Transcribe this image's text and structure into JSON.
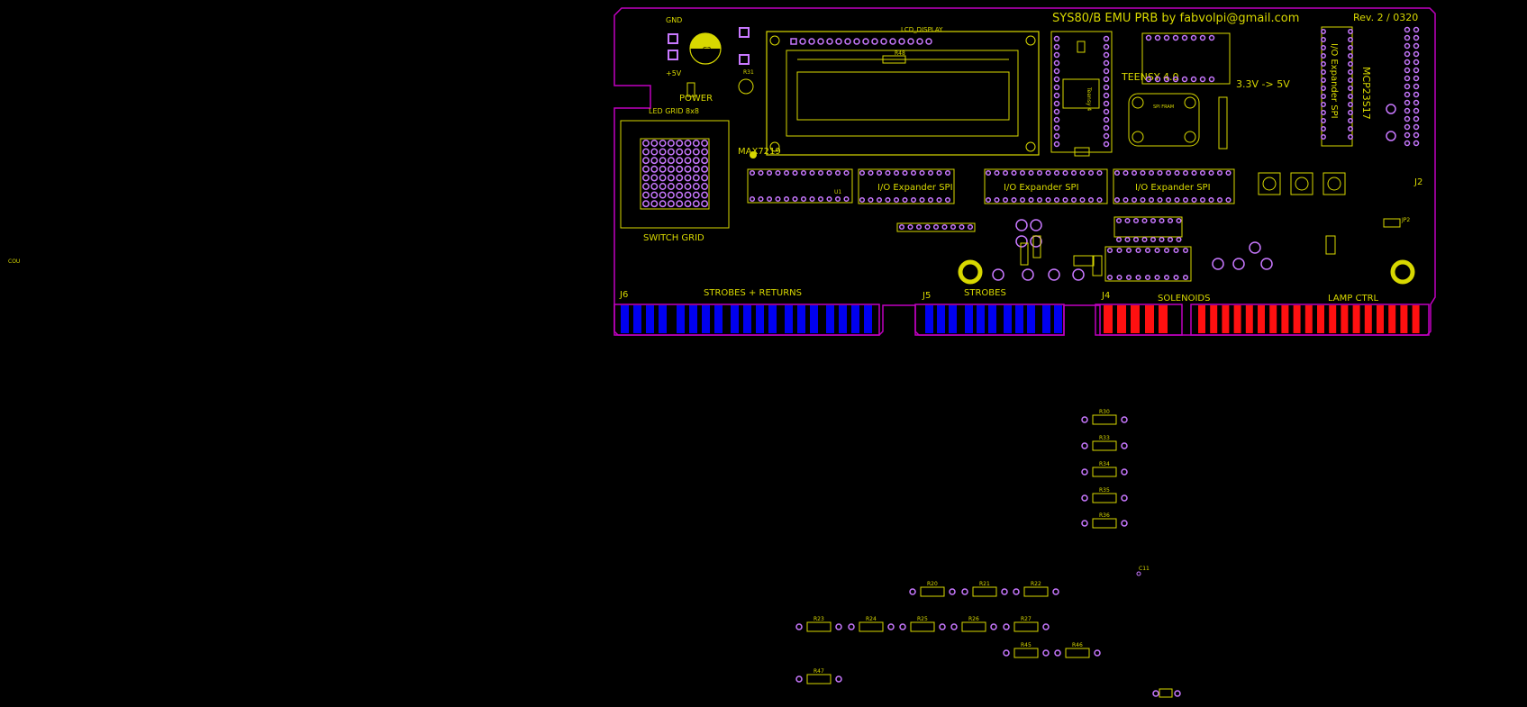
{
  "board": {
    "title": "SYS80/B EMU PRB by fabvolpi@gmail.com",
    "revision": "Rev. 2 / 0320",
    "colors": {
      "background": "#000000",
      "outline": "#c000c0",
      "silk": "#d8d800",
      "pad": "#c878ff",
      "blue_fingers": "#0000f0",
      "red_fingers": "#ff1010"
    }
  },
  "labels": {
    "gnd": "GND",
    "plus5v": "+5V",
    "power": "POWER",
    "c2": "C2",
    "r31": "R31",
    "lcd_display": "LCD_DISPLAY",
    "r48": "R48",
    "teensy": "TEENSY 4.0",
    "teensy_chip": "Teensy 4",
    "conv": "3.3V -> 5V",
    "spi_fram": "SPI FRAM",
    "mcp": "MCP23S17",
    "io_v": "I/O Expander SPI",
    "led_grid": "LED GRID 8x8",
    "switch_grid": "SWITCH GRID",
    "max": "MAX7219",
    "u1": "U1",
    "io1": "I/O Expander SPI",
    "io2": "I/O Expander SPI",
    "io3": "I/O Expander SPI",
    "j2": "J2",
    "jp2": "JP2",
    "j6": "J6",
    "strobes_returns": "STROBES + RETURNS",
    "j5": "J5",
    "strobes": "STROBES",
    "j4": "J4",
    "solenoids": "SOLENOIDS",
    "lamp_ctrl": "LAMP CTRL",
    "c11": "C11",
    "side_tag": "COU"
  },
  "resistors": [
    {
      "name": "R30"
    },
    {
      "name": "R33"
    },
    {
      "name": "R34"
    },
    {
      "name": "R35"
    },
    {
      "name": "R36"
    },
    {
      "name": "R20"
    },
    {
      "name": "R21"
    },
    {
      "name": "R22"
    },
    {
      "name": "R23"
    },
    {
      "name": "R24"
    },
    {
      "name": "R25"
    },
    {
      "name": "R26"
    },
    {
      "name": "R27"
    },
    {
      "name": "R45"
    },
    {
      "name": "R46"
    },
    {
      "name": "R47"
    }
  ]
}
